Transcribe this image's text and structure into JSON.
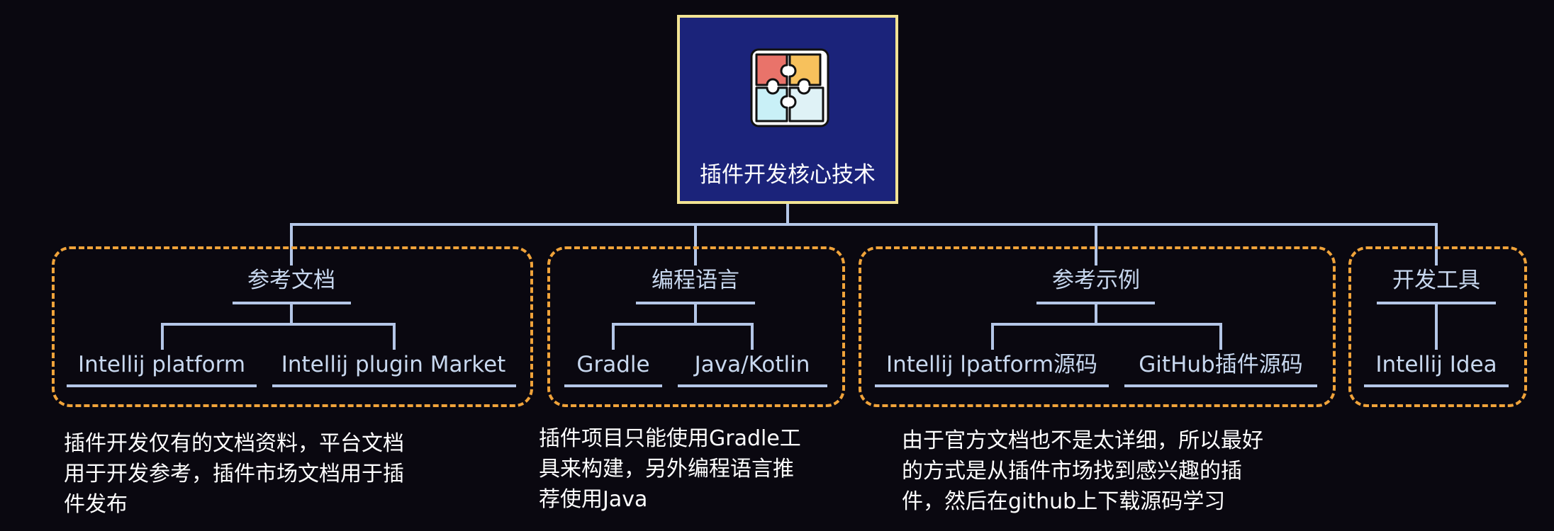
{
  "root": {
    "title": "插件开发核心技术",
    "icon": "puzzle-icon"
  },
  "groups": [
    {
      "title": "参考文档",
      "children": [
        "Intellij platform",
        "Intellij plugin Market"
      ],
      "description": "插件开发仅有的文档资料，平台文档\n用于开发参考，插件市场文档用于插\n件发布"
    },
    {
      "title": "编程语言",
      "children": [
        "Gradle",
        "Java/Kotlin"
      ],
      "description": "插件项目只能使用Gradle工\n具来构建，另外编程语言推\n荐使用Java"
    },
    {
      "title": "参考示例",
      "children": [
        "Intellij lpatform源码",
        "GitHub插件源码"
      ],
      "description": "由于官方文档也不是太详细，所以最好\n的方式是从插件市场找到感兴趣的插\n件，然后在github上下载源码学习"
    },
    {
      "title": "开发工具",
      "children": [
        "Intellij Idea"
      ]
    }
  ],
  "colors": {
    "background": "#0a0810",
    "root_fill": "#1b237a",
    "root_border": "#f2e394",
    "connector": "#b4c6e7",
    "group_border": "#f0a33a",
    "label_text": "#c8d8ef"
  }
}
